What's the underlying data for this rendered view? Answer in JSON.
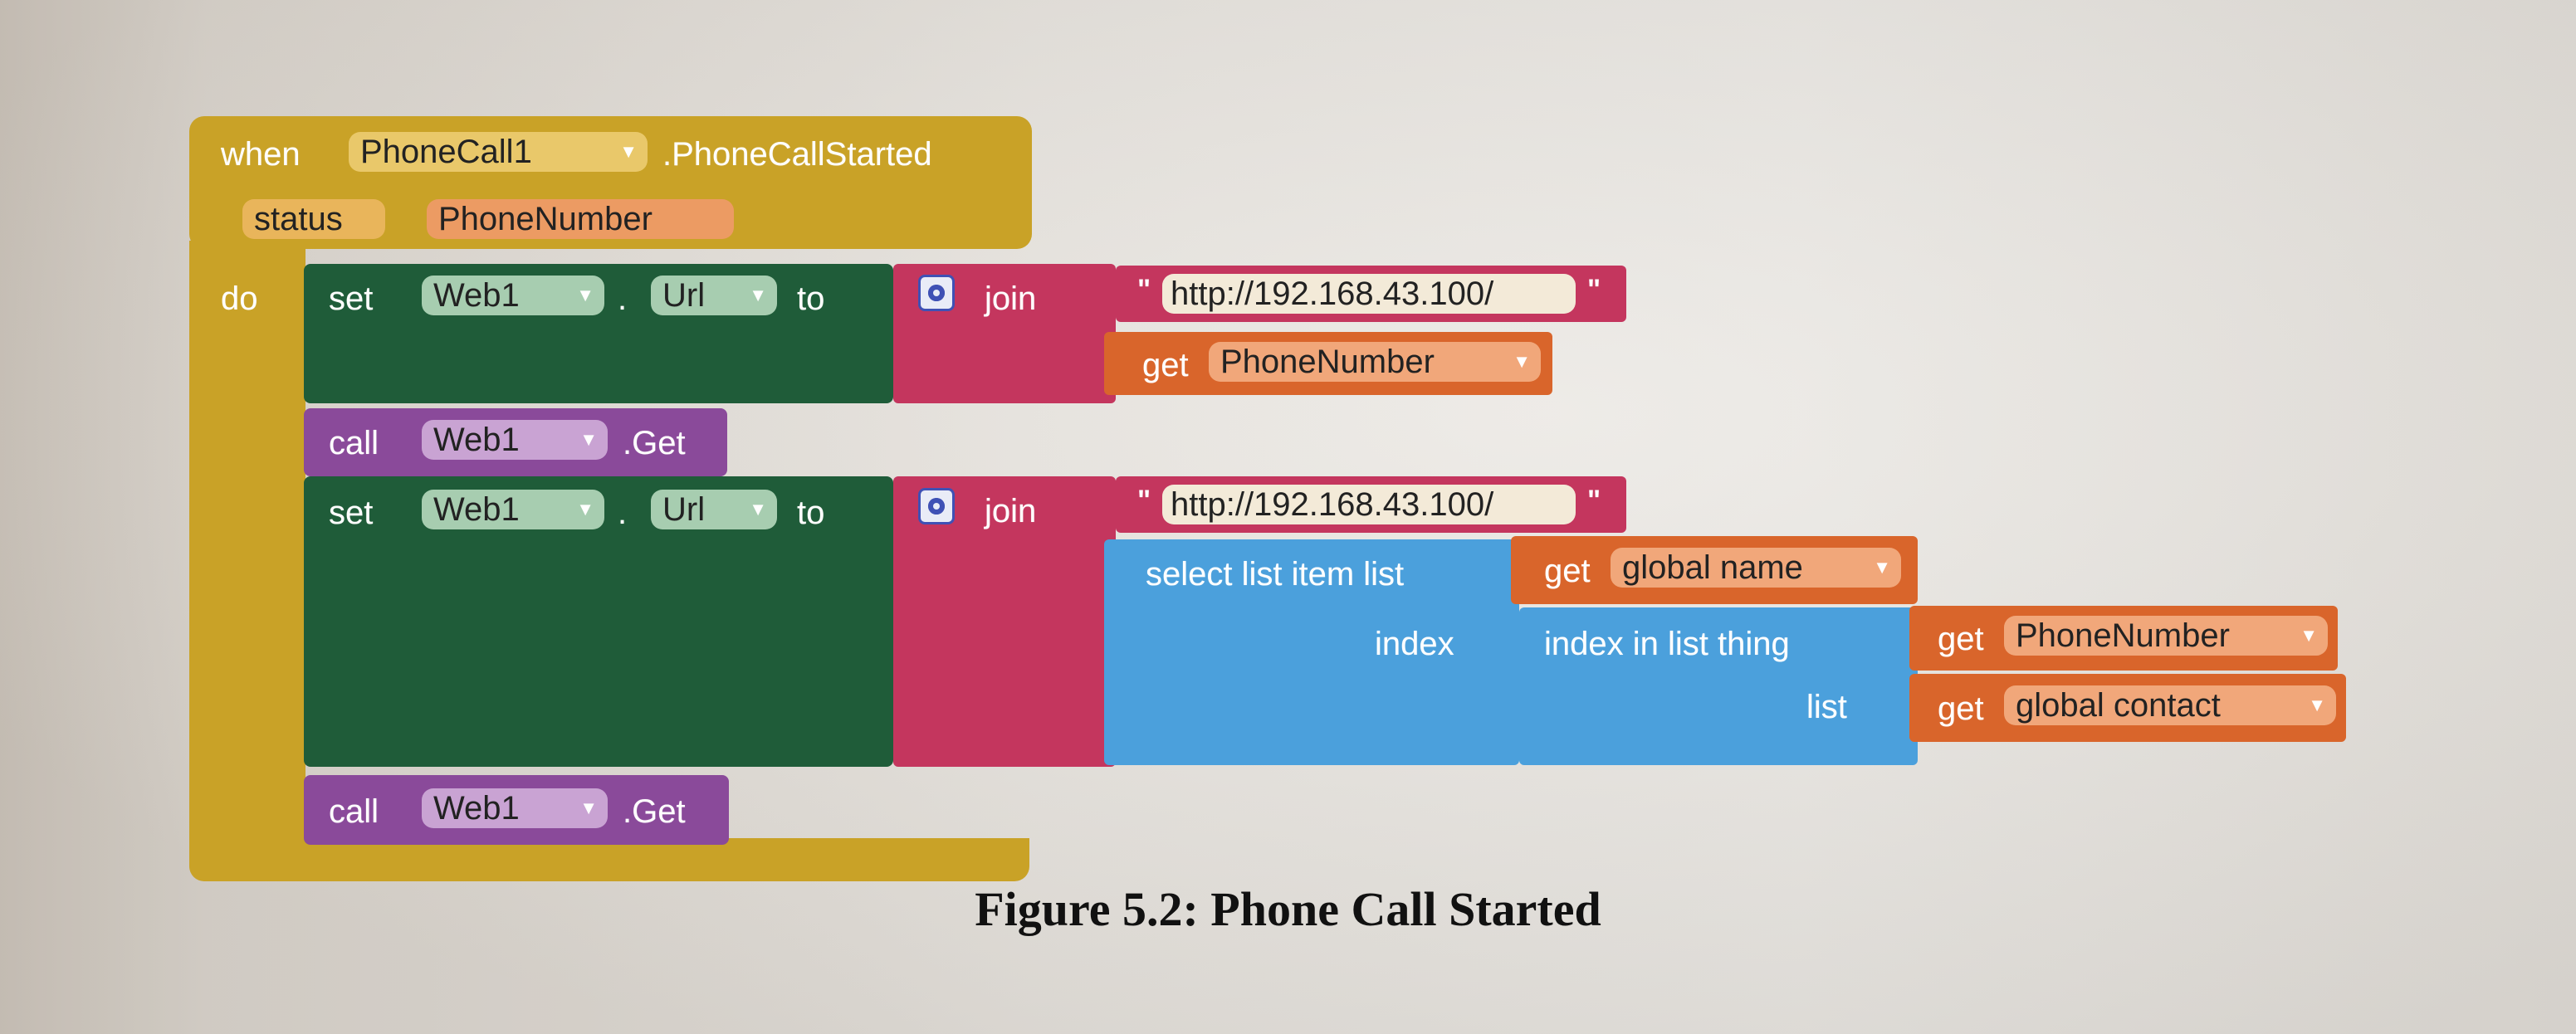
{
  "event": {
    "when": "when",
    "component": "PhoneCall1",
    "event_name": ".PhoneCallStarted",
    "param_label": "status",
    "param_name": "PhoneNumber",
    "do": "do"
  },
  "set1": {
    "set": "set",
    "component": "Web1",
    "dot": ".",
    "property": "Url",
    "to": "to",
    "join": "join",
    "text": "http://192.168.43.100/",
    "get": "get",
    "get_var": "PhoneNumber"
  },
  "call1": {
    "call": "call",
    "component": "Web1",
    "method": ".Get"
  },
  "set2": {
    "set": "set",
    "component": "Web1",
    "dot": ".",
    "property": "Url",
    "to": "to",
    "join": "join",
    "text": "http://192.168.43.100/",
    "select_label": "select list item  list",
    "get_name_label": "get",
    "get_name_var": "global name",
    "index_label": "index",
    "index_in_list": "index in list  thing",
    "get_phone_label": "get",
    "get_phone_var": "PhoneNumber",
    "list_label": "list",
    "get_contact_label": "get",
    "get_contact_var": "global contact"
  },
  "call2": {
    "call": "call",
    "component": "Web1",
    "method": ".Get"
  },
  "caption": "Figure 5.2: Phone Call Started",
  "colors": {
    "event": "#c9a227",
    "setter": "#1f5c39",
    "text": "#c4365e",
    "procedure": "#8a4a9a",
    "list": "#4ba0dc",
    "variable": "#d9652b"
  }
}
